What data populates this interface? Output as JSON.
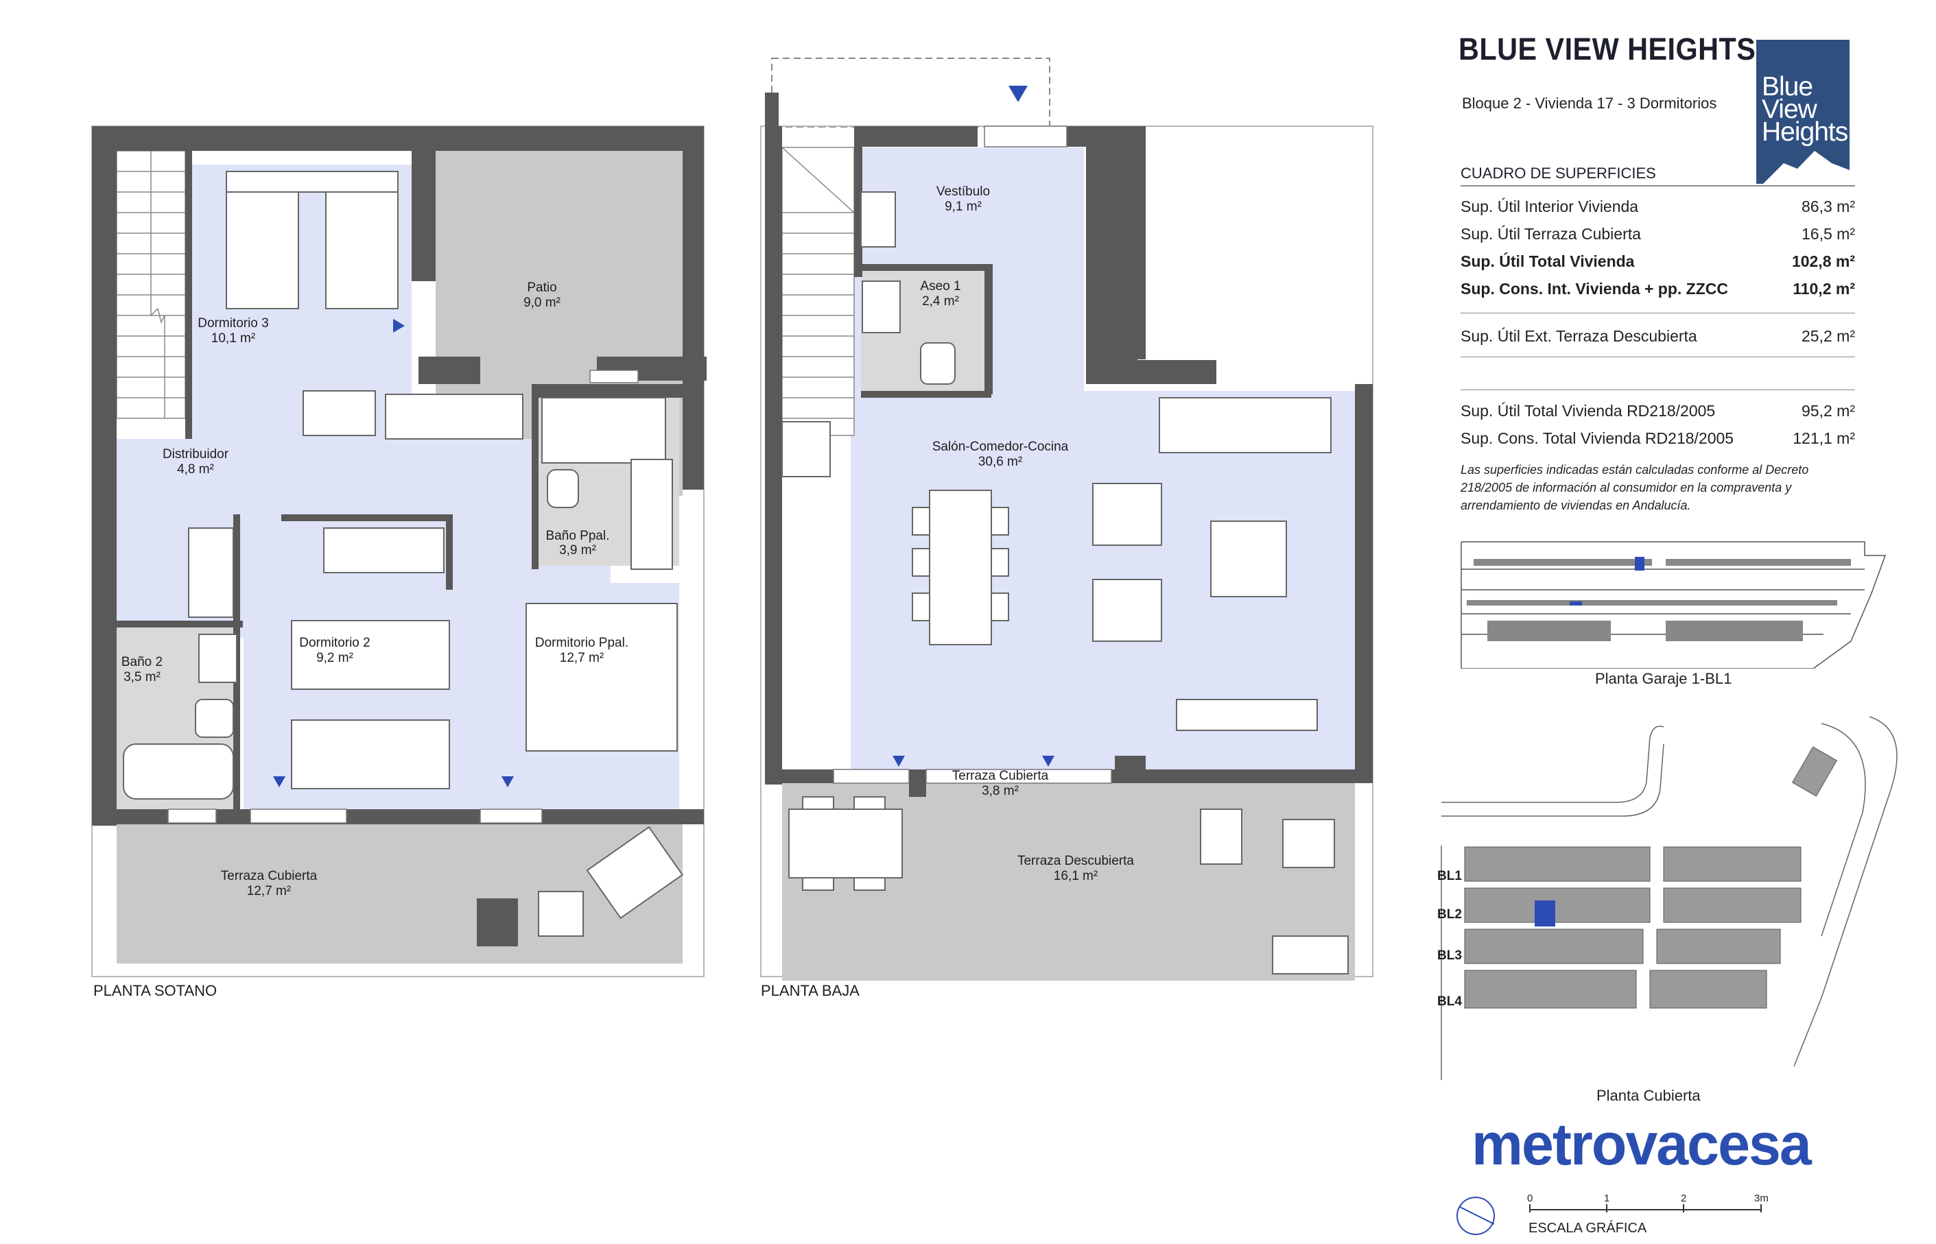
{
  "header": {
    "title": "BLUE VIEW HEIGHTS",
    "subtitle": "Bloque 2 - Vivienda 17 - 3 Dormitorios",
    "logo_lines": [
      "Blue",
      "View",
      "Heights"
    ]
  },
  "surfaces": {
    "heading": "CUADRO DE SUPERFICIES",
    "group1": [
      {
        "label": "Sup. Útil Interior Vivienda",
        "value": "86,3 m²",
        "bold": false
      },
      {
        "label": "Sup. Útil Terraza Cubierta",
        "value": "16,5 m²",
        "bold": false
      },
      {
        "label": "Sup. Útil Total Vivienda",
        "value": "102,8 m²",
        "bold": true
      },
      {
        "label": "Sup. Cons. Int. Vivienda + pp. ZZCC",
        "value": "110,2 m²",
        "bold": true
      }
    ],
    "group2": [
      {
        "label": "Sup. Útil Ext. Terraza Descubierta",
        "value": "25,2 m²",
        "bold": false
      }
    ],
    "group3": [
      {
        "label": "Sup. Útil Total Vivienda RD218/2005",
        "value": "95,2 m²",
        "bold": false
      },
      {
        "label": "Sup. Cons. Total Vivienda RD218/2005",
        "value": "121,1 m²",
        "bold": false
      }
    ],
    "note": "Las superficies indicadas están calculadas conforme al Decreto 218/2005 de información al consumidor en la compraventa y arrendamiento de viviendas en Andalucía."
  },
  "key_plans": {
    "garage_caption": "Planta Garaje 1-BL1",
    "roof_caption": "Planta Cubierta",
    "blocks": [
      "BL1",
      "BL2",
      "BL3",
      "BL4"
    ]
  },
  "brand": "metrovacesa",
  "scale": {
    "ticks": [
      "0",
      "1",
      "2",
      "3m"
    ],
    "label": "ESCALA GRÁFICA"
  },
  "plans": {
    "sotano": {
      "label": "PLANTA SOTANO",
      "rooms": [
        {
          "name": "Dormitorio 3",
          "area": "10,1 m²"
        },
        {
          "name": "Patio",
          "area": "9,0 m²"
        },
        {
          "name": "Distribuidor",
          "area": "4,8 m²"
        },
        {
          "name": "Baño Ppal.",
          "area": "3,9 m²"
        },
        {
          "name": "Baño 2",
          "area": "3,5 m²"
        },
        {
          "name": "Dormitorio 2",
          "area": "9,2 m²"
        },
        {
          "name": "Dormitorio Ppal.",
          "area": "12,7 m²"
        },
        {
          "name": "Terraza Cubierta",
          "area": "12,7 m²"
        }
      ]
    },
    "baja": {
      "label": "PLANTA BAJA",
      "rooms": [
        {
          "name": "Vestíbulo",
          "area": "9,1 m²"
        },
        {
          "name": "Aseo 1",
          "area": "2,4 m²"
        },
        {
          "name": "Salón-Comedor-Cocina",
          "area": "30,6 m²"
        },
        {
          "name": "Terraza Cubierta",
          "area": "3,8 m²"
        },
        {
          "name": "Terraza Descubierta",
          "area": "16,1 m²"
        }
      ]
    }
  },
  "colors": {
    "room_fill": "#dfe3f8",
    "terrace_fill": "#c9c9c9",
    "wall": "#595959",
    "brand_blue": "#2a4fb0",
    "logo_bg": "#2f4f7f",
    "marker": "#2c4cb5"
  }
}
